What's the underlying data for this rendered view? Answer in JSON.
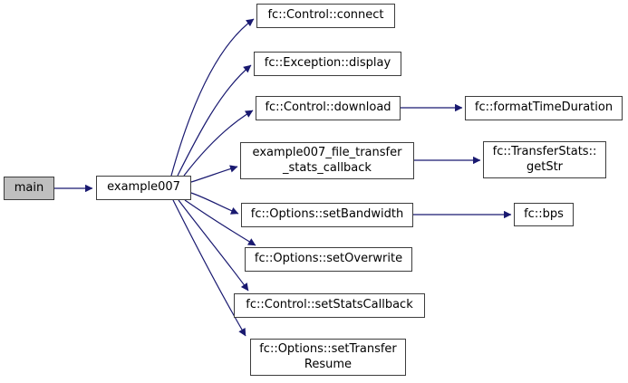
{
  "diagram": {
    "type": "call-graph",
    "colors": {
      "background": "#ffffff",
      "edge": "#191970",
      "node_border": "#3d3d3d",
      "node_fill": "#ffffff",
      "current_node_fill": "#bfbfbf",
      "text": "#000000"
    },
    "nodes": [
      {
        "id": "main",
        "label": "main",
        "current": true
      },
      {
        "id": "example007",
        "label": "example007",
        "current": false
      },
      {
        "id": "connect",
        "label": "fc::Control::connect",
        "current": false
      },
      {
        "id": "display",
        "label": "fc::Exception::display",
        "current": false
      },
      {
        "id": "download",
        "label": "fc::Control::download",
        "current": false
      },
      {
        "id": "stats_callback",
        "label": "example007_file_transfer\n_stats_callback",
        "current": false
      },
      {
        "id": "setBandwidth",
        "label": "fc::Options::setBandwidth",
        "current": false
      },
      {
        "id": "setOverwrite",
        "label": "fc::Options::setOverwrite",
        "current": false
      },
      {
        "id": "setStatsCallback",
        "label": "fc::Control::setStatsCallback",
        "current": false
      },
      {
        "id": "setTransferResume",
        "label": "fc::Options::setTransfer\nResume",
        "current": false
      },
      {
        "id": "formatTimeDuration",
        "label": "fc::formatTimeDuration",
        "current": false
      },
      {
        "id": "getStr",
        "label": "fc::TransferStats::\ngetStr",
        "current": false
      },
      {
        "id": "bps",
        "label": "fc::bps",
        "current": false
      }
    ],
    "edges": [
      {
        "from": "main",
        "to": "example007"
      },
      {
        "from": "example007",
        "to": "connect"
      },
      {
        "from": "example007",
        "to": "display"
      },
      {
        "from": "example007",
        "to": "download"
      },
      {
        "from": "example007",
        "to": "stats_callback"
      },
      {
        "from": "example007",
        "to": "setBandwidth"
      },
      {
        "from": "example007",
        "to": "setOverwrite"
      },
      {
        "from": "example007",
        "to": "setStatsCallback"
      },
      {
        "from": "example007",
        "to": "setTransferResume"
      },
      {
        "from": "download",
        "to": "formatTimeDuration"
      },
      {
        "from": "stats_callback",
        "to": "getStr"
      },
      {
        "from": "setBandwidth",
        "to": "bps"
      }
    ]
  }
}
